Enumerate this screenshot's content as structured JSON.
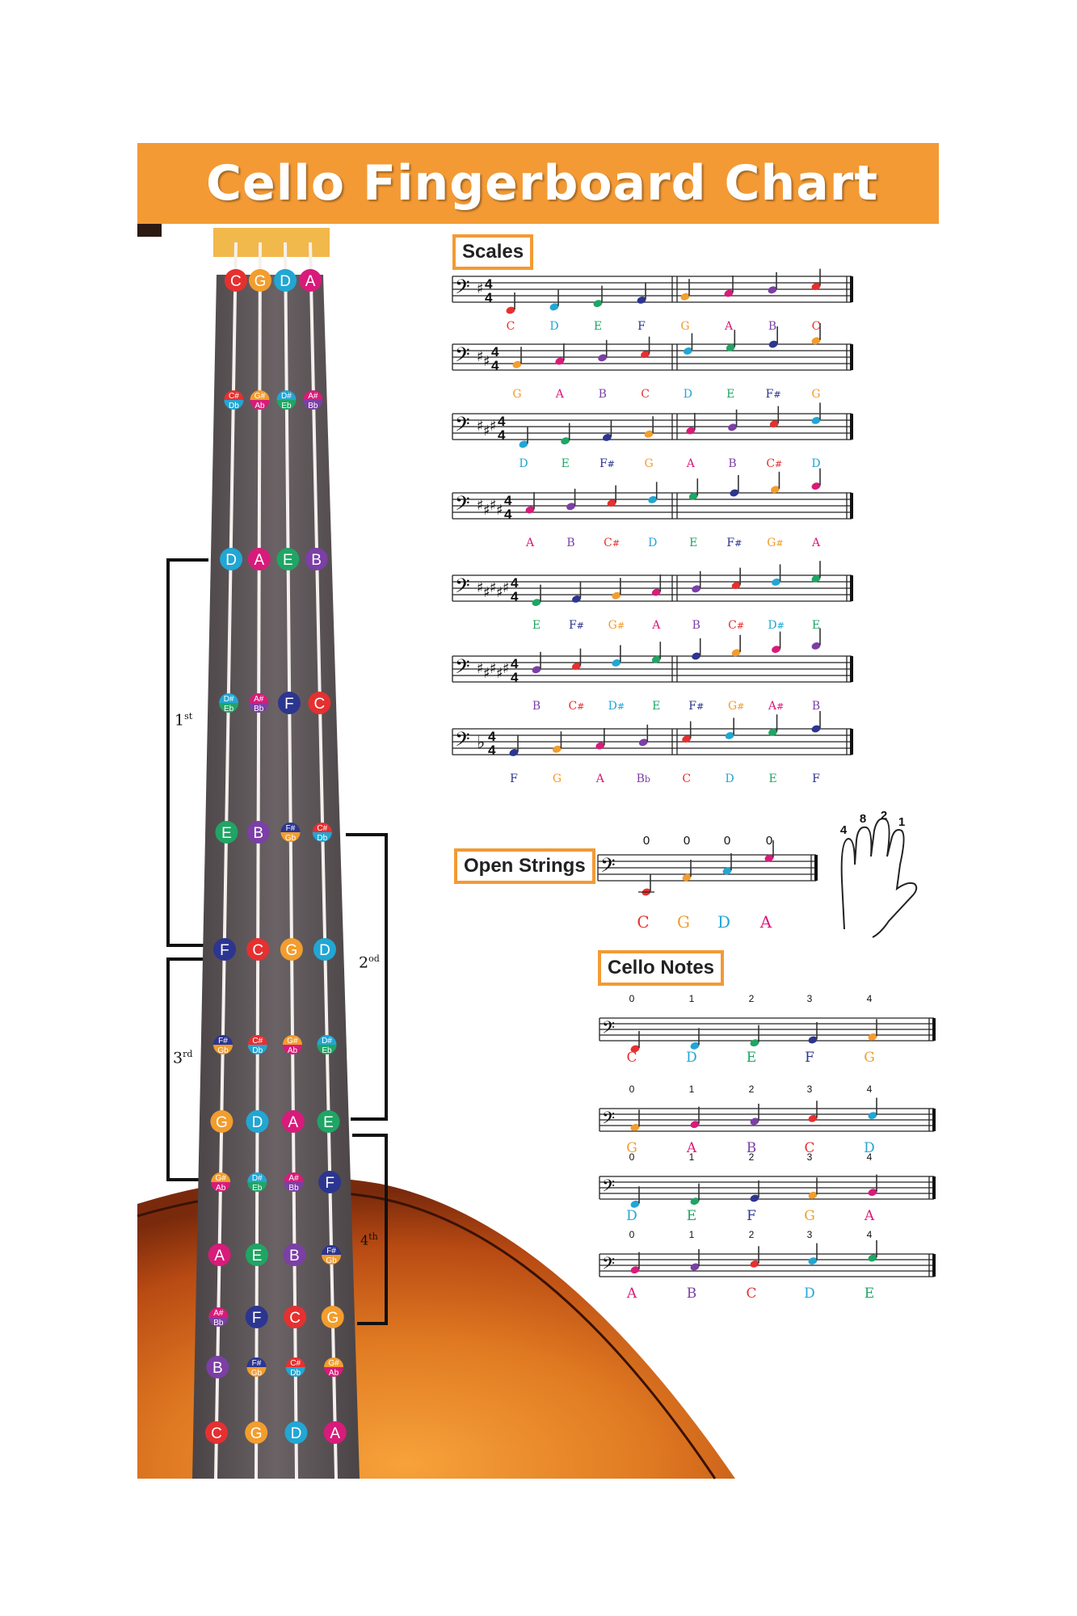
{
  "title": "Cello Fingerboard Chart",
  "colors": {
    "C": "#e63030",
    "D": "#22a6d3",
    "E": "#1fa564",
    "F": "#2c3590",
    "G": "#f29d2e",
    "A": "#d81b7a",
    "B": "#7b3fa6",
    "banner": "#f39a35",
    "board": "#5d5558",
    "body_dark": "#7a2a0c",
    "body_light": "#f7a23a"
  },
  "fingerboard": {
    "open_strings": [
      "C",
      "G",
      "D",
      "A"
    ],
    "positions": [
      [
        "C",
        "G",
        "D",
        "A"
      ],
      [
        "C#/Db",
        "G#/Ab",
        "D#/Eb",
        "A#/Bb"
      ],
      [
        "D",
        "A",
        "E",
        "B"
      ],
      [
        "D#/Eb",
        "A#/Bb",
        "F",
        "C"
      ],
      [
        "E",
        "B",
        "F#/Gb",
        "C#/Db"
      ],
      [
        "F",
        "C",
        "G",
        "D"
      ],
      [
        "F#/Gb",
        "C#/Db",
        "G#/Ab",
        "D#/Eb"
      ],
      [
        "G",
        "D",
        "A",
        "E"
      ],
      [
        "G#/Ab",
        "D#/Eb",
        "A#/Bb",
        "F"
      ],
      [
        "A",
        "E",
        "B",
        "F#/Gb"
      ],
      [
        "A#/Bb",
        "F",
        "C",
        "G"
      ],
      [
        "B",
        "F#/Gb",
        "C#/Db",
        "G#/Ab"
      ],
      [
        "C",
        "G",
        "D",
        "A"
      ]
    ]
  },
  "brackets": {
    "first": "1",
    "first_suffix": "st",
    "second": "2",
    "second_suffix": "od",
    "third": "3",
    "third_suffix": "rd",
    "fourth": "4",
    "fourth_suffix": "th"
  },
  "sections": {
    "scales": "Scales",
    "open_strings": "Open Strings",
    "cello_notes": "Cello Notes"
  },
  "scales": [
    {
      "key": "C",
      "notes": [
        "C",
        "D",
        "E",
        "F",
        "G",
        "A",
        "B",
        "C"
      ]
    },
    {
      "key": "G",
      "notes": [
        "G",
        "A",
        "B",
        "C",
        "D",
        "E",
        "F#",
        "G"
      ]
    },
    {
      "key": "D",
      "notes": [
        "D",
        "E",
        "F#",
        "G",
        "A",
        "B",
        "C#",
        "D"
      ]
    },
    {
      "key": "A",
      "notes": [
        "A",
        "B",
        "C#",
        "D",
        "E",
        "F#",
        "G#",
        "A"
      ]
    },
    {
      "key": "E",
      "notes": [
        "E",
        "F#",
        "G#",
        "A",
        "B",
        "C#",
        "D#",
        "E"
      ]
    },
    {
      "key": "B",
      "notes": [
        "B",
        "C#",
        "D#",
        "E",
        "F#",
        "G#",
        "A#",
        "B"
      ]
    },
    {
      "key": "F",
      "notes": [
        "F",
        "G",
        "A",
        "Bb",
        "C",
        "D",
        "E",
        "F"
      ]
    }
  ],
  "open_strings": {
    "fingers": [
      "0",
      "0",
      "0",
      "0"
    ],
    "notes": [
      "C",
      "G",
      "D",
      "A"
    ]
  },
  "hand": {
    "finger_numbers": [
      "4",
      "8",
      "2",
      "1"
    ]
  },
  "cello_notes": {
    "finger_numbers": [
      "0",
      "1",
      "2",
      "3",
      "4"
    ],
    "rows": [
      [
        "C",
        "D",
        "E",
        "F",
        "G"
      ],
      [
        "G",
        "A",
        "B",
        "C",
        "D"
      ],
      [
        "D",
        "E",
        "F",
        "G",
        "A"
      ],
      [
        "A",
        "B",
        "C",
        "D",
        "E"
      ]
    ]
  }
}
